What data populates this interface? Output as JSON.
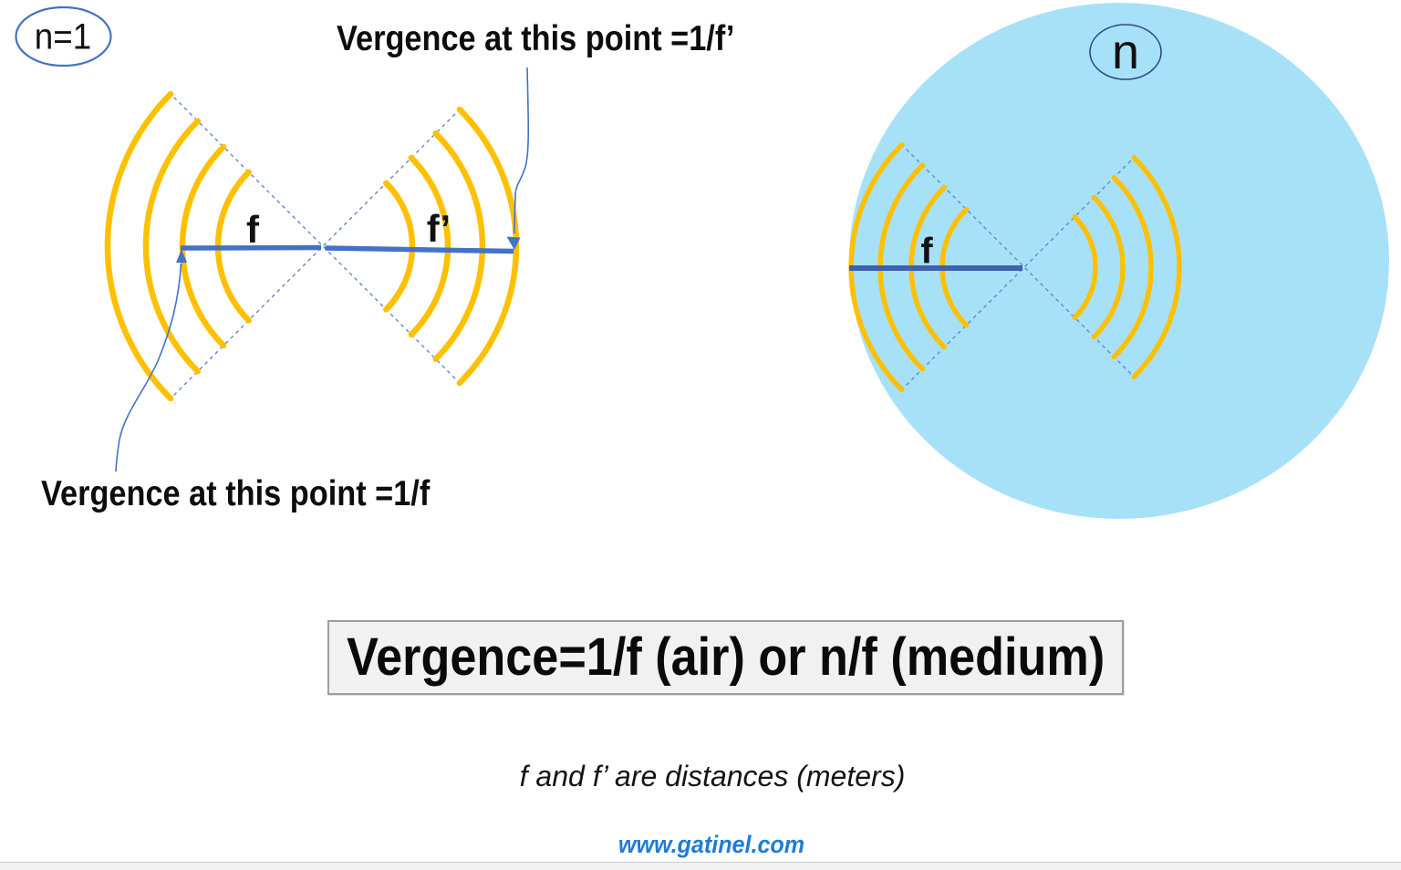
{
  "colors": {
    "wavefront_gold": "#FFC000",
    "arrow_blue": "#4472C4",
    "dashed_blue": "#6188C8",
    "medium_fill_blue": "#A7E1F8",
    "dark_line_blue": "#3E63AC",
    "ellipse_outline_blue": "#4472C4",
    "n_ellipse_outline": "#2F4B7E",
    "link_blue": "#1F7CD4",
    "formula_box_fill": "#F1F1F1",
    "formula_box_border": "#9E9E9E"
  },
  "air_diagram": {
    "medium_label": "n=1",
    "focal_left_label": "f",
    "focal_right_label": "f’",
    "annotation_top": "Vergence at this point =1/f’",
    "annotation_bottom": "Vergence at this point =1/f"
  },
  "medium_diagram": {
    "medium_label": "n",
    "focal_label": "f"
  },
  "formula": {
    "text": "Vergence=1/f (air) or n/f (medium)"
  },
  "note": {
    "text": "f and f’ are distances (meters)"
  },
  "footer": {
    "link_text": "www.gatinel.com"
  }
}
